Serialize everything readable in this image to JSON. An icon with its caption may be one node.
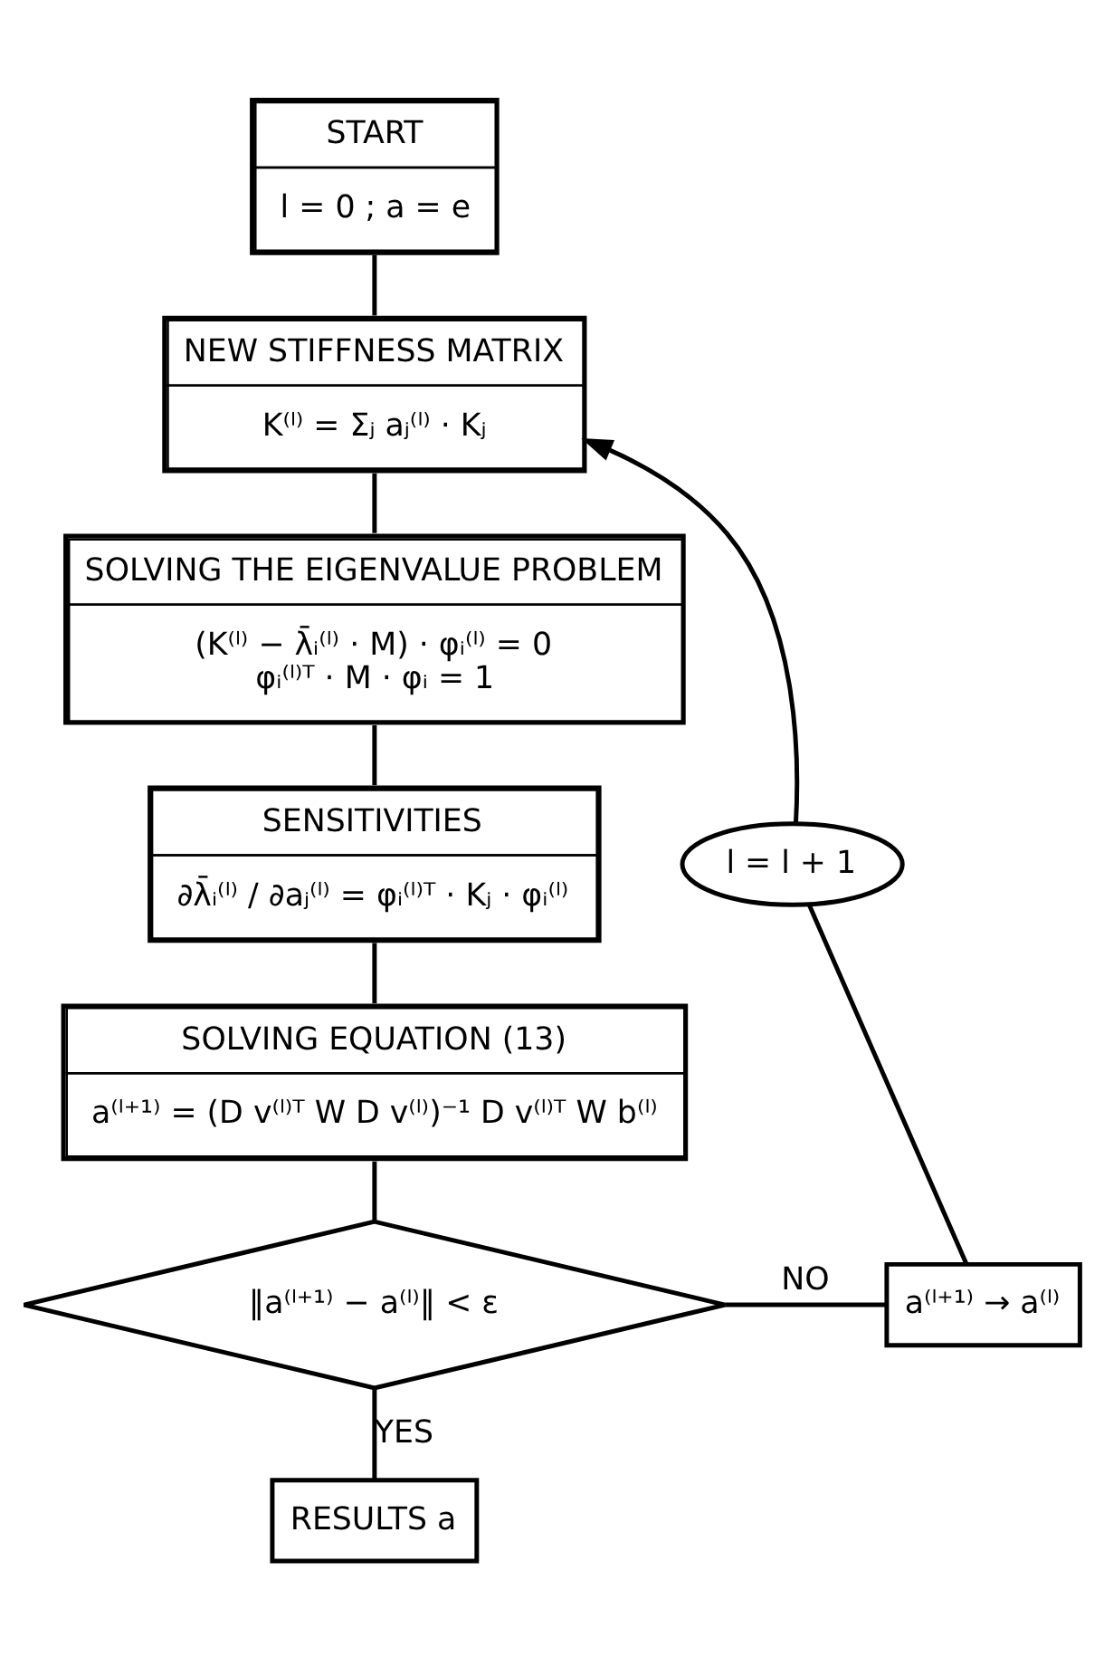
{
  "diagram": {
    "nodes": [
      {
        "text": [
          "START",
          "l = 0 ; a = e"
        ]
      },
      {
        "text": [
          "NEW STIFFNESS MATRIX",
          "K⁽ˡ⁾ = Σⱼ aⱼ⁽ˡ⁾ · Kⱼ"
        ]
      },
      {
        "text": [
          "SOLVING THE EIGENVALUE PROBLEM",
          "(K⁽ˡ⁾ − λ̄ᵢ⁽ˡ⁾ · M) · φᵢ⁽ˡ⁾ = 0",
          "φᵢ⁽ˡ⁾ᵀ · M · φᵢ = 1"
        ]
      },
      {
        "text": [
          "SENSITIVITIES",
          "∂λ̄ᵢ⁽ˡ⁾ / ∂aⱼ⁽ˡ⁾ = φᵢ⁽ˡ⁾ᵀ · Kⱼ · φᵢ⁽ˡ⁾"
        ]
      },
      {
        "text": [
          "SOLVING EQUATION (13)",
          "a⁽ˡ⁺¹⁾ = (D v⁽ˡ⁾ᵀ W D v⁽ˡ⁾)⁻¹ D v⁽ˡ⁾ᵀ W b⁽ˡ⁾"
        ]
      },
      {
        "text": [
          "‖a⁽ˡ⁺¹⁾ − a⁽ˡ⁾‖ < ε"
        ]
      },
      {
        "text": [
          "RESULTS a"
        ]
      },
      {
        "text": [
          "a⁽ˡ⁺¹⁾ → a⁽ˡ⁾"
        ]
      },
      {
        "text": [
          "l = l + 1"
        ]
      }
    ],
    "edges": [
      {
        "from": 0,
        "to": 1,
        "arrow": "none"
      },
      {
        "from": 1,
        "to": 2,
        "arrow": "none"
      },
      {
        "from": 2,
        "to": 3,
        "arrow": "none"
      },
      {
        "from": 3,
        "to": 4,
        "arrow": "none"
      },
      {
        "from": 4,
        "to": 5,
        "arrow": "none"
      },
      {
        "from": 5,
        "to": 6,
        "arrow": "none",
        "label": "YES"
      },
      {
        "from": 5,
        "to": 7,
        "arrow": "none",
        "label": "NO"
      },
      {
        "from": 7,
        "to": 8,
        "arrow": "none"
      },
      {
        "from": 8,
        "to": 1,
        "arrow": "to"
      }
    ]
  }
}
